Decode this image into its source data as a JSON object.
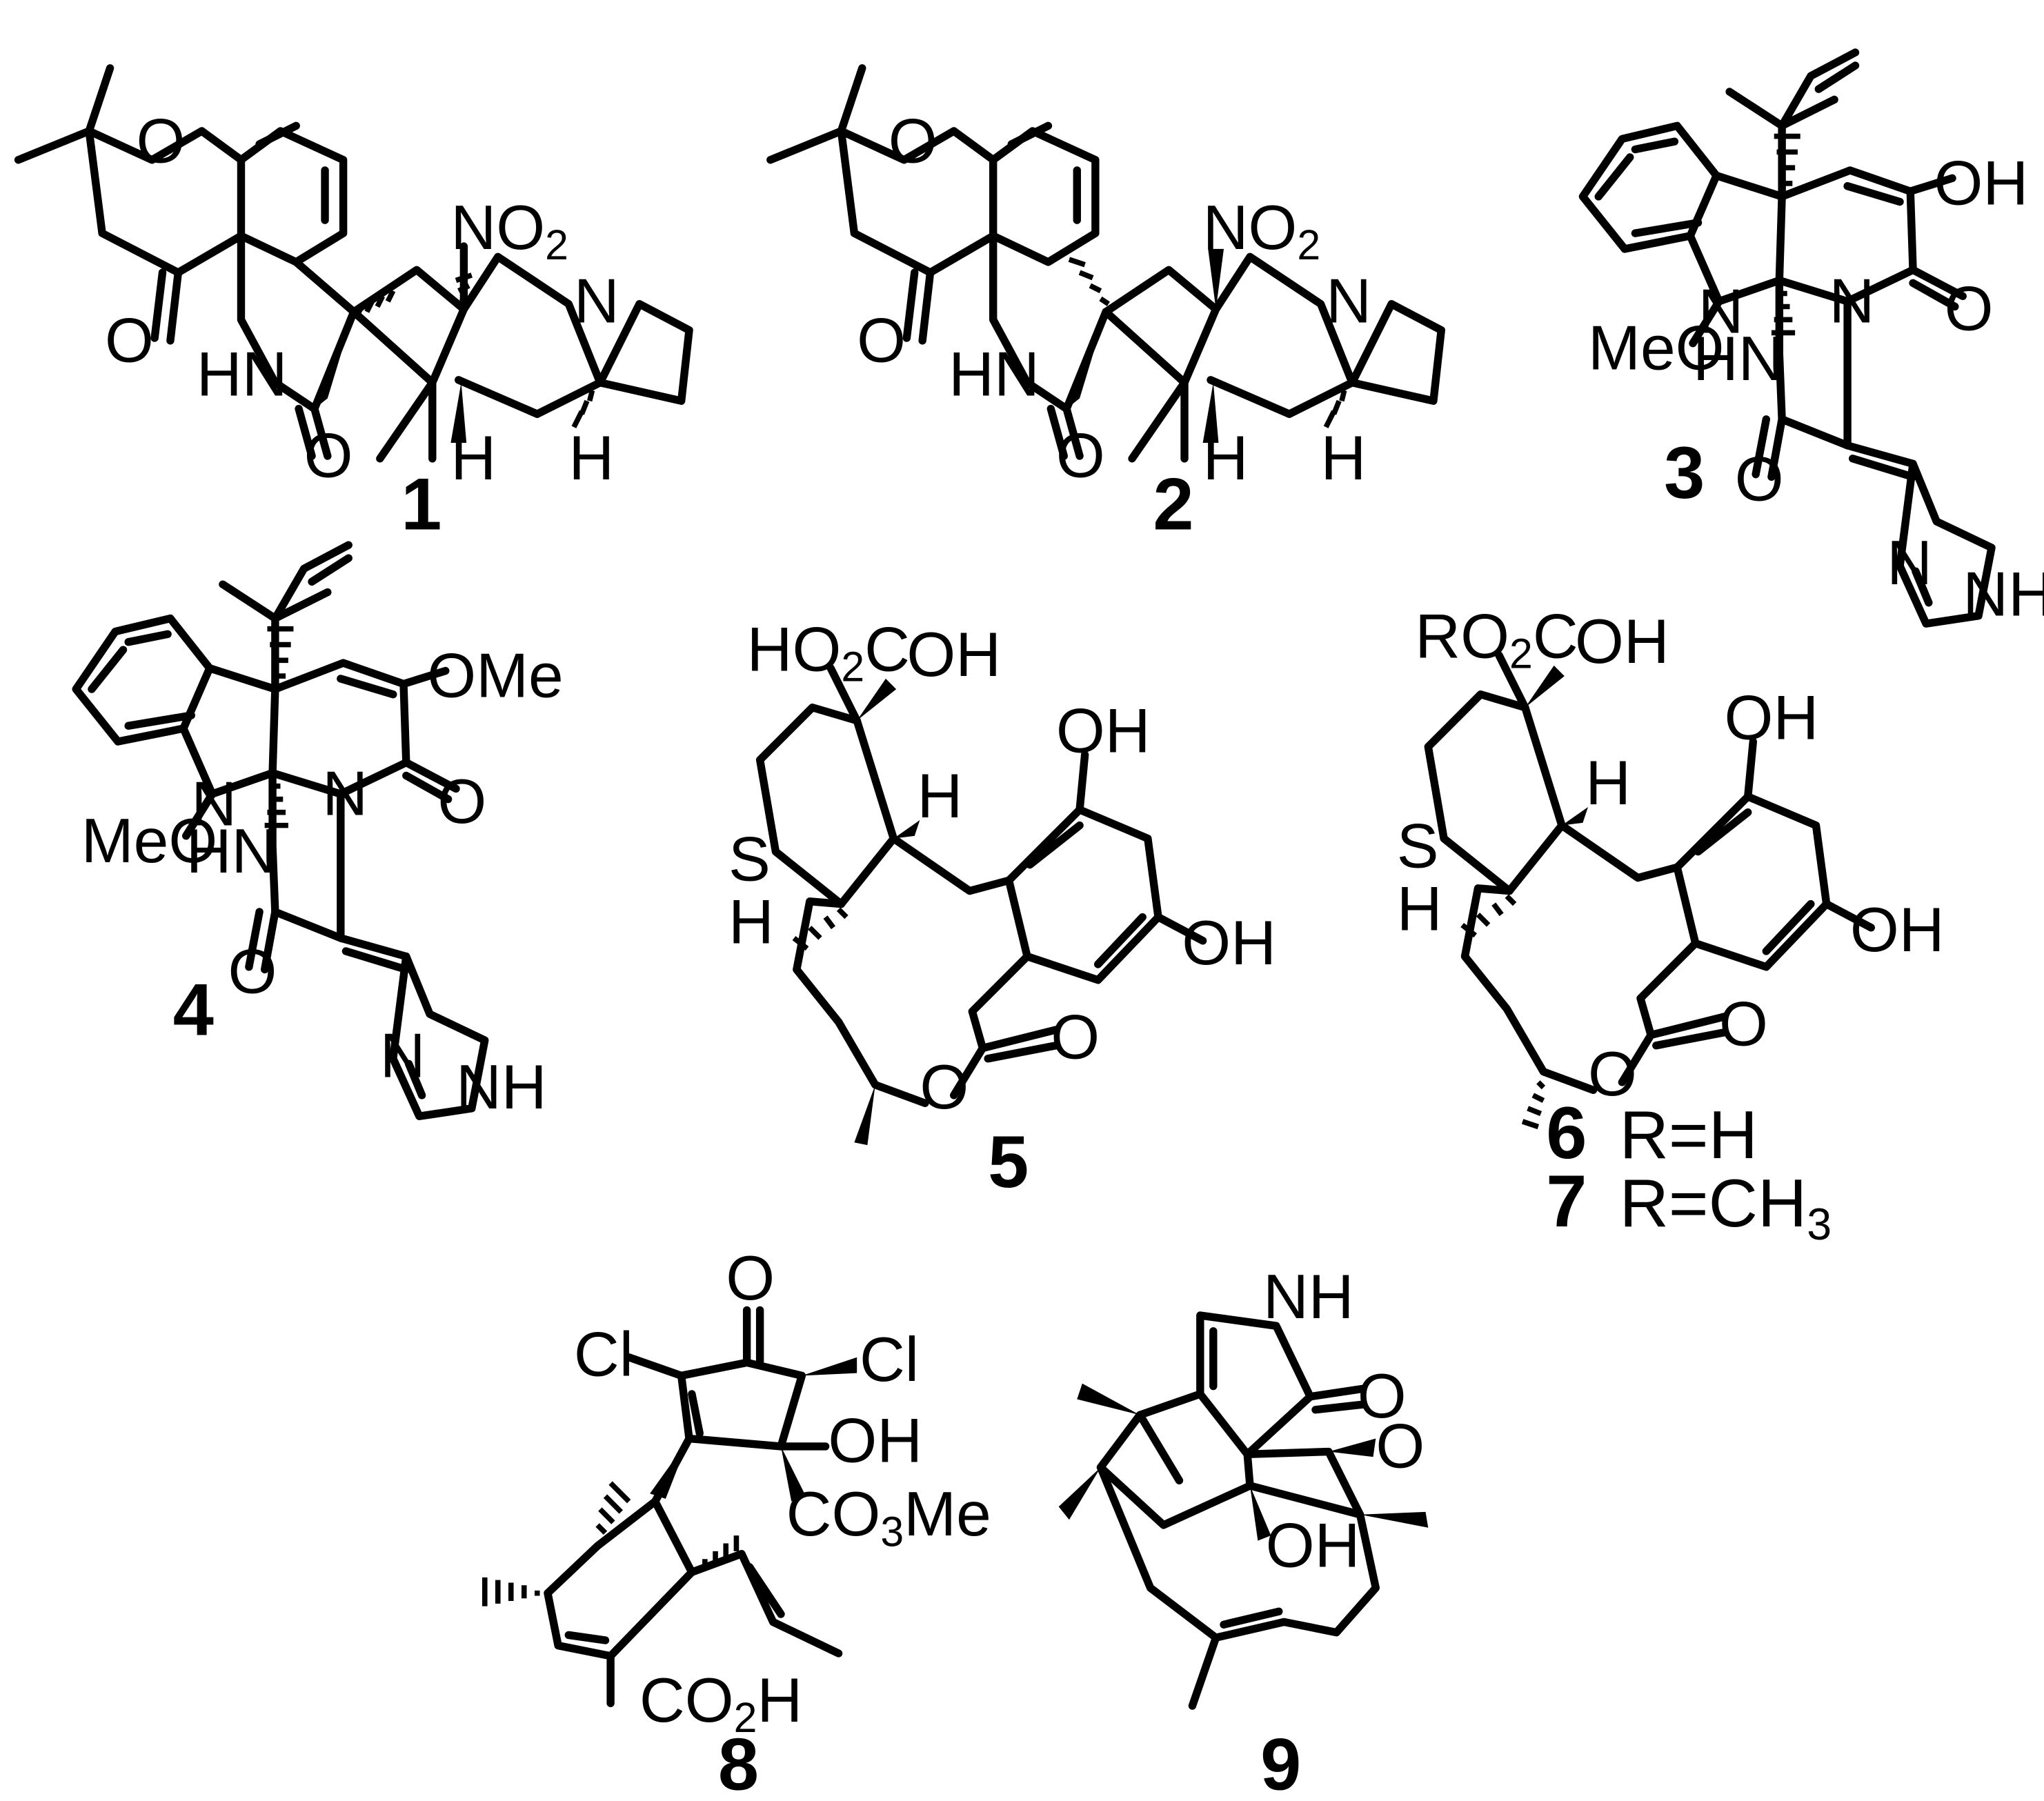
{
  "compounds": [
    {
      "id": "1",
      "labels": {
        "o_ring": "O",
        "o_ketone": "O",
        "nh": "HN",
        "o_lactam": "O",
        "nitro": "NO",
        "nitro_sub": "2",
        "n_amine": "N",
        "h1": "H",
        "h2": "H"
      }
    },
    {
      "id": "2",
      "labels": {
        "o_ring": "O",
        "o_ketone": "O",
        "nh": "HN",
        "o_lactam": "O",
        "nitro": "NO",
        "nitro_sub": "2",
        "n_amine": "N",
        "h1": "H",
        "h2": "H"
      }
    },
    {
      "id": "3",
      "labels": {
        "oh": "OH",
        "n_indoline": "N",
        "meo": "MeO",
        "n_ring": "N",
        "hn": "HN",
        "o_amide": "O",
        "o_lower": "O",
        "n_imid": "N",
        "nh_imid": "NH"
      }
    },
    {
      "id": "4",
      "labels": {
        "ome": "OMe",
        "n_indoline": "N",
        "meo": "MeO",
        "n_ring": "N",
        "hn": "HN",
        "o_amide": "O",
        "o_lower": "O",
        "n_imid": "N",
        "nh_imid": "NH"
      }
    },
    {
      "id": "5",
      "labels": {
        "ho2c": "HO",
        "ho2c_sub": "2",
        "ho2c_c": "C",
        "oh": "OH",
        "s": "S",
        "h_s": "H",
        "h_ring": "H",
        "oh_top": "OH",
        "oh_right": "OH",
        "o_ester": "O",
        "o_carbonyl": "O"
      }
    },
    {
      "id": "6",
      "labels": {
        "ro2c": "RO",
        "ro2c_sub": "2",
        "ro2c_c": "C",
        "oh": "OH",
        "s": "S",
        "h_s": "H",
        "h_ring": "H",
        "oh_top": "OH",
        "oh_right": "OH",
        "o_ester": "O",
        "o_carbonyl": "O"
      }
    },
    {
      "id": "7"
    },
    {
      "id": "8",
      "labels": {
        "o_top": "O",
        "cl_left": "Cl",
        "cl_right": "Cl",
        "oh": "OH",
        "co3me_a": "CO",
        "co3me_sub": "3",
        "co3me_b": "Me",
        "co2h_a": "CO",
        "co2h_sub": "2",
        "co2h_b": "H"
      }
    },
    {
      "id": "9",
      "labels": {
        "nh": "NH",
        "o_carbonyl": "O",
        "o_epoxide": "O",
        "oh": "OH"
      }
    }
  ],
  "r_groups": {
    "c6": "R=H",
    "c7_main": "R=CH",
    "c7_sub": "3"
  }
}
